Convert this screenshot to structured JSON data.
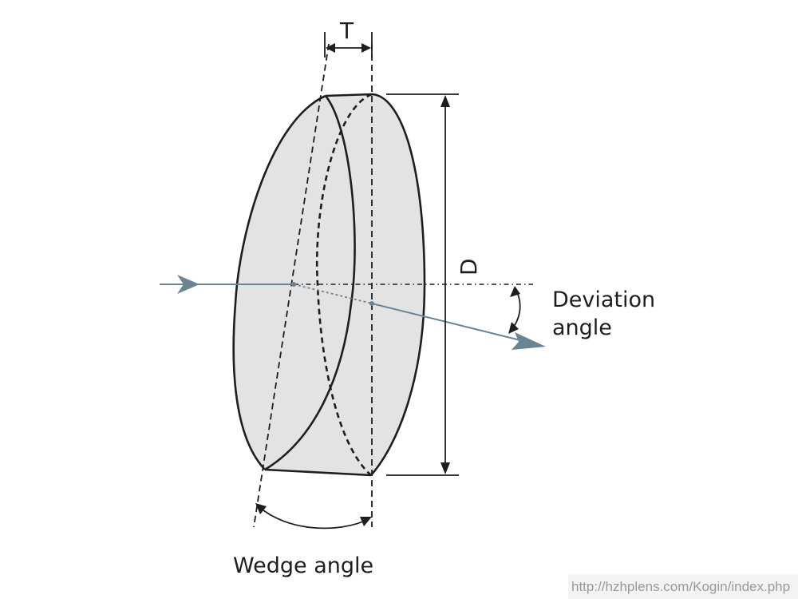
{
  "labels": {
    "thickness": "T",
    "diameter": "D",
    "deviation_line1": "Deviation",
    "deviation_line2": "angle",
    "wedge_angle": "Wedge angle"
  },
  "watermark": {
    "text": "http://hzhplens.com/Kogin/index.php"
  },
  "colors": {
    "outline": "#1e1e1e",
    "lens_fill": "#e3e3e3",
    "beam": "#6a8494",
    "background": "#ffffff"
  }
}
